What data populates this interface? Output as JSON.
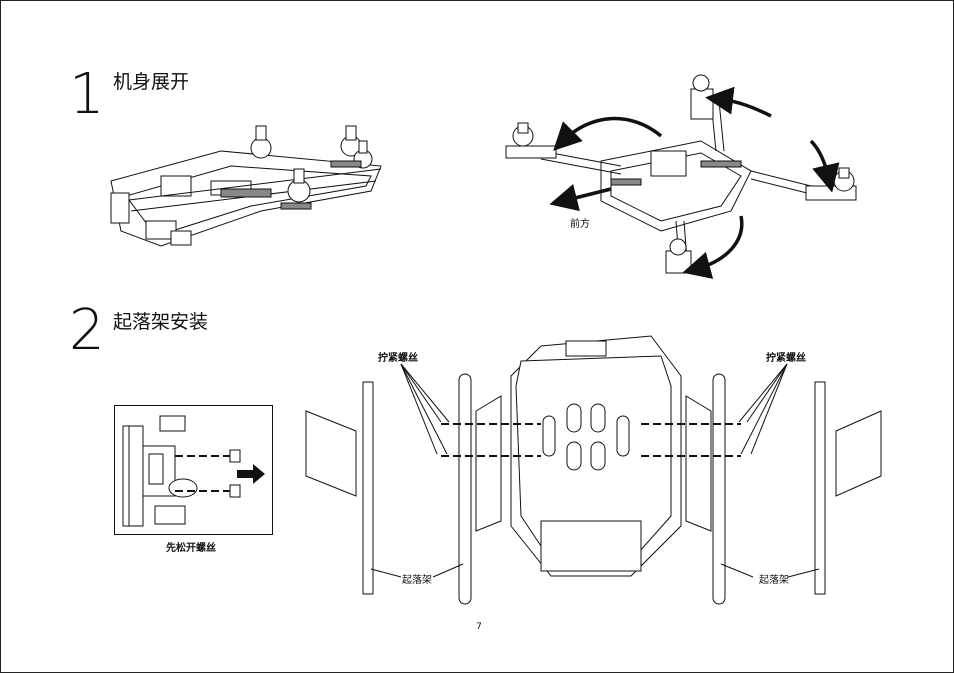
{
  "steps": [
    {
      "number": "1",
      "title": "机身展开"
    },
    {
      "number": "2",
      "title": "起落架安装"
    }
  ],
  "labels": {
    "forward": "前方",
    "tighten_left": "拧紧螺丝",
    "tighten_right": "拧紧螺丝",
    "loosen_first": "先松开螺丝",
    "landing_gear_left": "起落架",
    "landing_gear_right": "起落架"
  },
  "page_number": "7"
}
